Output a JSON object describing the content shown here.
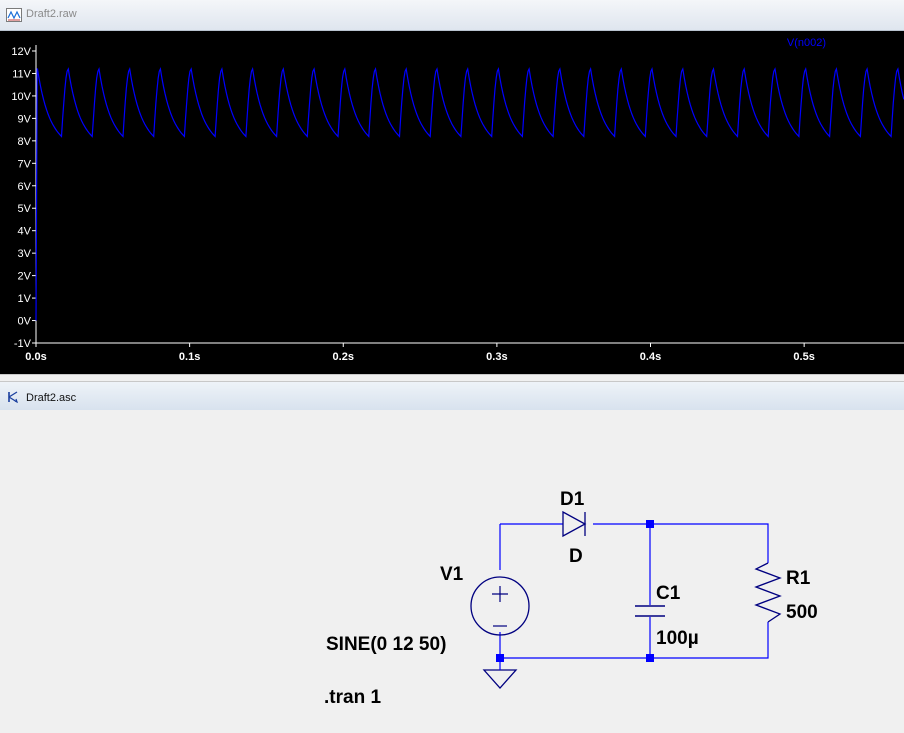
{
  "plot_window": {
    "title": "Draft2.raw"
  },
  "schematic_window": {
    "title": "Draft2.asc"
  },
  "chart_data": {
    "type": "line",
    "title": "",
    "xlabel": "",
    "ylabel": "",
    "trace_label": "V(n002)",
    "x_ticks": [
      "0.0s",
      "0.1s",
      "0.2s",
      "0.3s",
      "0.4s",
      "0.5s"
    ],
    "y_ticks": [
      "12V",
      "11V",
      "10V",
      "9V",
      "8V",
      "7V",
      "6V",
      "5V",
      "4V",
      "3V",
      "2V",
      "1V",
      "0V",
      "-1V"
    ],
    "xlim": [
      0,
      0.565
    ],
    "ylim": [
      -1,
      12
    ],
    "grid": false,
    "series": [
      {
        "name": "V(n002)",
        "color": "#0000ff",
        "frequency_hz": 50,
        "peak_v": 11.2,
        "valley_v": 8.2,
        "initial_v": 0
      }
    ]
  },
  "schematic": {
    "components": {
      "v1": {
        "name": "V1",
        "value": "SINE(0 12 50)"
      },
      "d1": {
        "name": "D1",
        "value": "D"
      },
      "c1": {
        "name": "C1",
        "value": "100µ"
      },
      "r1": {
        "name": "R1",
        "value": "500"
      }
    },
    "directive": ".tran 1",
    "colors": {
      "wire": "#0000ff",
      "component": "#000080",
      "background": "#f0f0f0"
    }
  }
}
